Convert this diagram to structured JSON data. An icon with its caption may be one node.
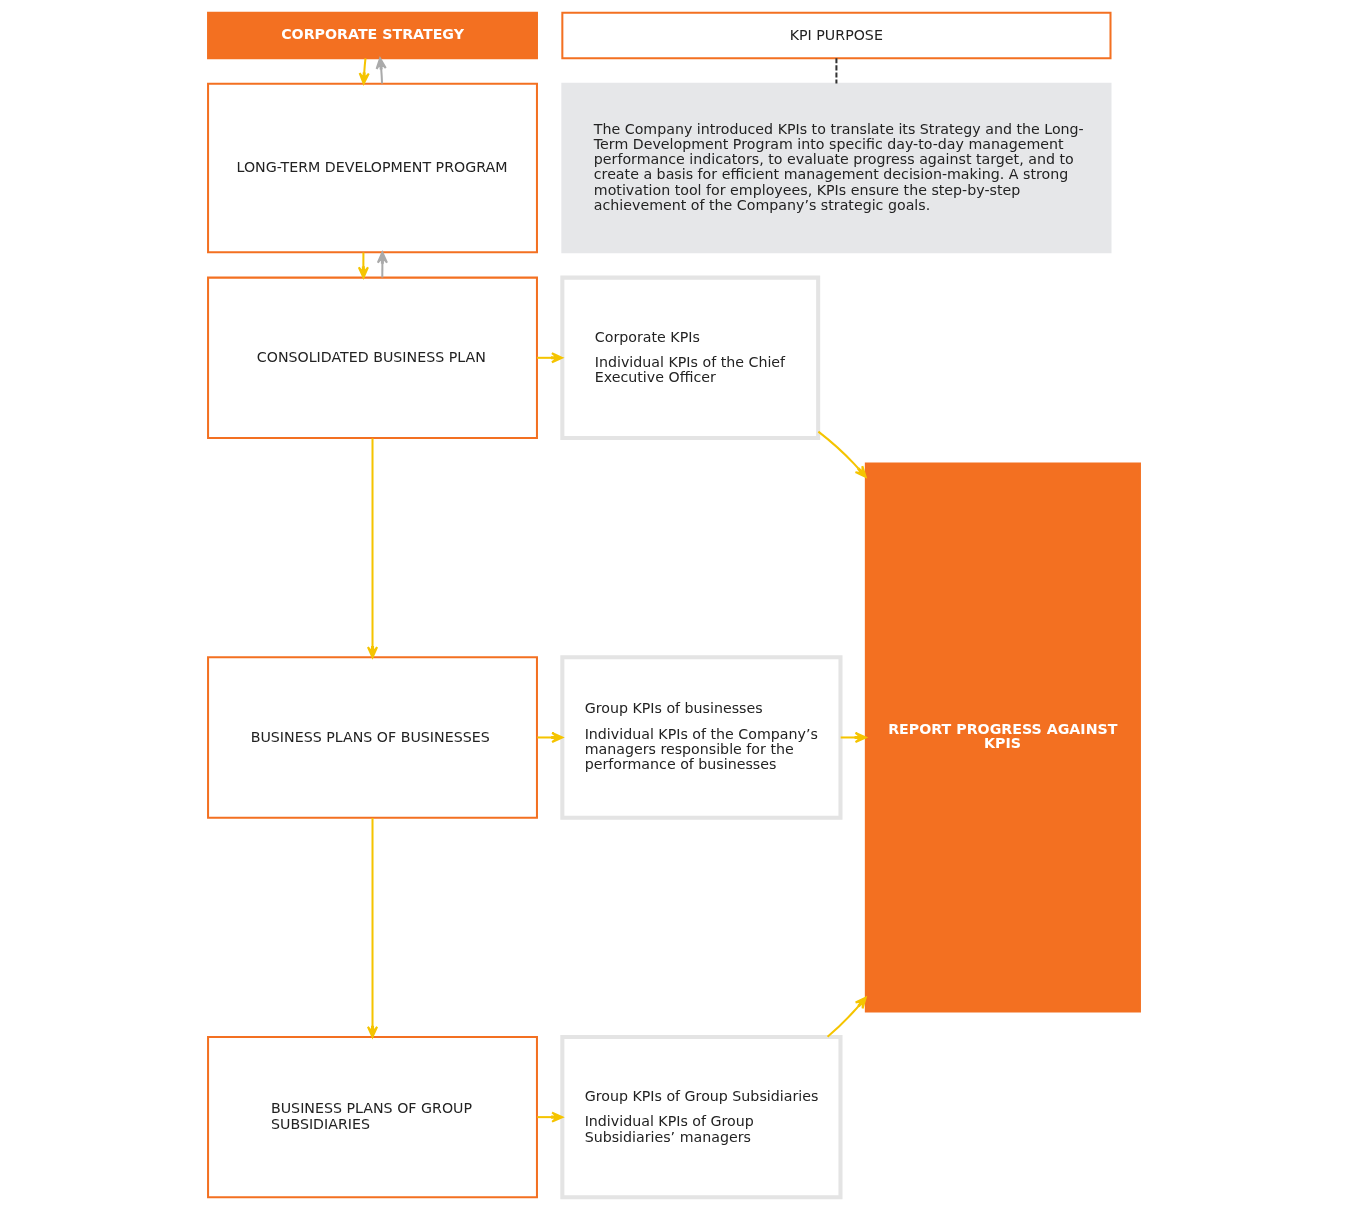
{
  "diagram": {
    "nodes": [
      {
        "text": [
          "CORPORATE STRATEGY"
        ]
      },
      {
        "text": [
          "KPI PURPOSE"
        ]
      },
      {
        "text": [
          "LONG-TERM DEVELOPMENT PROGRAM"
        ]
      },
      {
        "text": [
          "The Company introduced KPIs to translate its Strategy and the Long-Term Development Program into specific day-to-day management performance indicators, to evaluate progress against target, and to create a basis for efficient management decision-making. A strong motivation tool for employees, KPIs ensure the step-by-step achievement of the Company’s strategic goals."
        ]
      },
      {
        "text": [
          "CONSOLIDATED BUSINESS PLAN"
        ]
      },
      {
        "text": [
          "Corporate KPIs",
          "Individual KPIs of the Chief Executive Officer"
        ]
      },
      {
        "text": [
          "BUSINESS PLANS OF BUSINESSES"
        ]
      },
      {
        "text": [
          "Group KPIs of businesses",
          "Individual KPIs of the Company’s managers responsible for the performance of businesses"
        ]
      },
      {
        "text": [
          "BUSINESS PLANS OF GROUP SUBSIDIARIES"
        ]
      },
      {
        "text": [
          "Group KPIs of Group Subsidiaries",
          "Individual KPIs of Group Subsidiaries’ managers"
        ]
      },
      {
        "text": [
          "REPORT PROGRESS AGAINST KPIS"
        ]
      }
    ],
    "edges": [
      {
        "from": 0,
        "to": 2,
        "arrow": "to"
      },
      {
        "from": 2,
        "to": 0,
        "arrow": "to",
        "color": "#aaaaaa"
      },
      {
        "from": 1,
        "to": 3,
        "arrow": "none",
        "style": "dashed",
        "color": "#333333"
      },
      {
        "from": 2,
        "to": 4,
        "arrow": "to"
      },
      {
        "from": 4,
        "to": 2,
        "arrow": "to",
        "color": "#aaaaaa"
      },
      {
        "from": 4,
        "to": 5,
        "arrow": "to"
      },
      {
        "from": 4,
        "to": 6,
        "arrow": "to"
      },
      {
        "from": 6,
        "to": 7,
        "arrow": "to"
      },
      {
        "from": 6,
        "to": 8,
        "arrow": "to"
      },
      {
        "from": 8,
        "to": 9,
        "arrow": "to"
      },
      {
        "from": 5,
        "to": 10,
        "arrow": "to"
      },
      {
        "from": 7,
        "to": 10,
        "arrow": "to"
      },
      {
        "from": 9,
        "to": 10,
        "arrow": "to"
      }
    ]
  }
}
